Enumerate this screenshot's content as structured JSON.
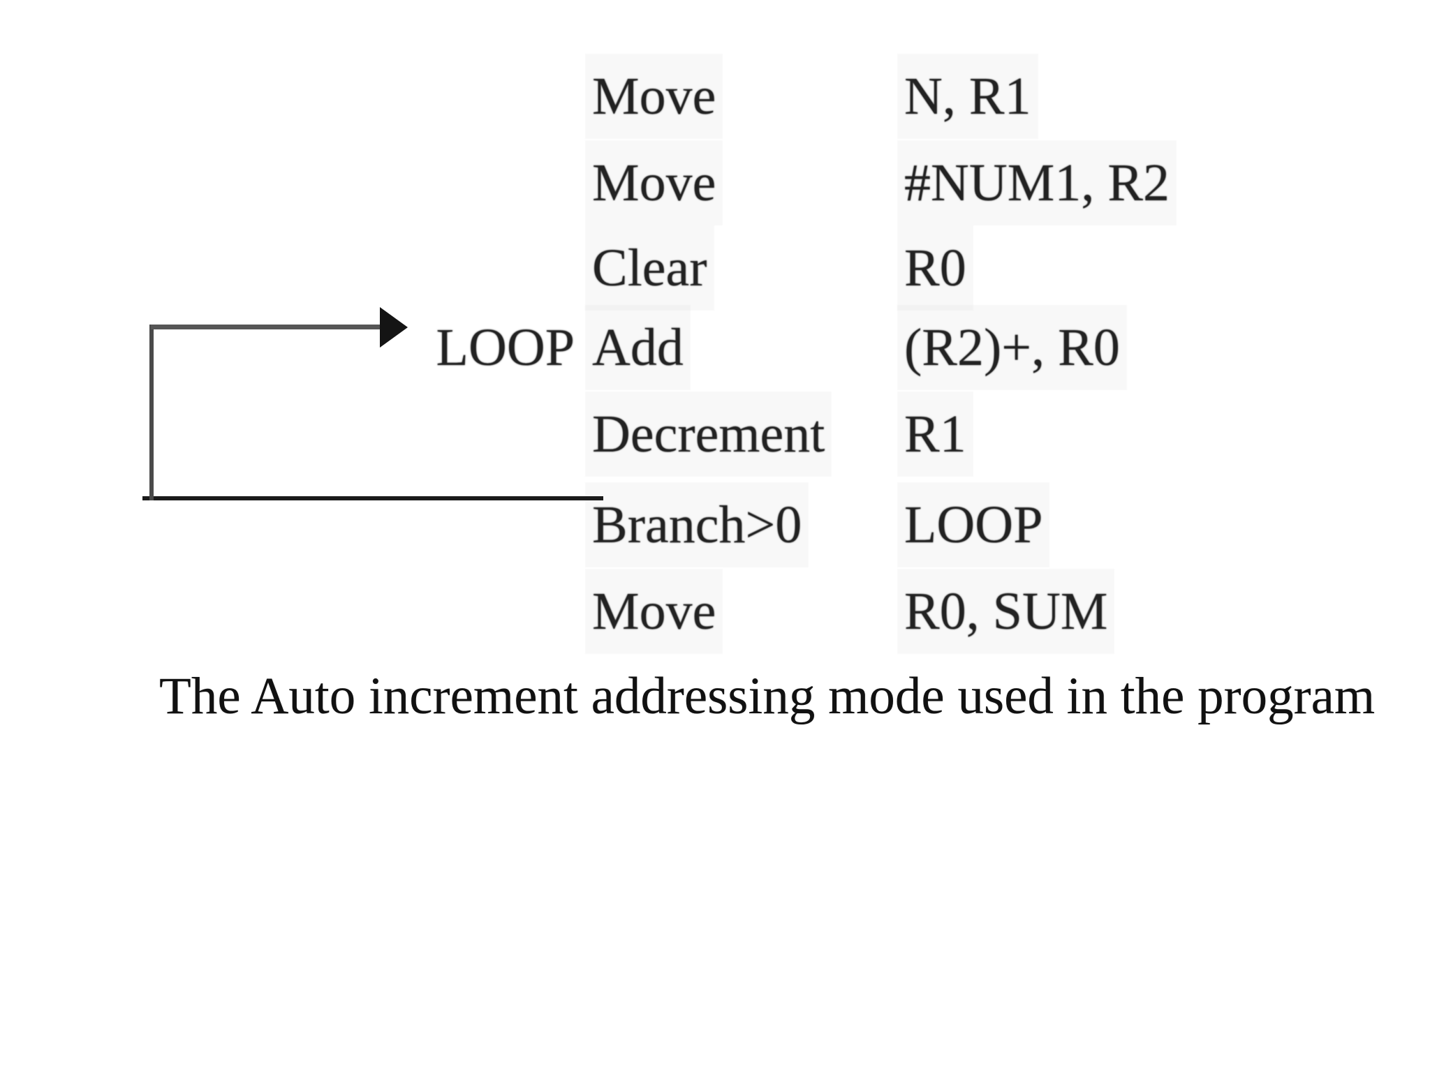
{
  "document": {
    "caption": "The Auto increment addressing mode used in the program"
  },
  "program": {
    "rows": [
      {
        "label": "",
        "opcode": "Move",
        "operand": "N, R1"
      },
      {
        "label": "",
        "opcode": "Move",
        "operand": "#NUM1, R2"
      },
      {
        "label": "",
        "opcode": "Clear",
        "operand": "R0"
      },
      {
        "label": "LOOP",
        "opcode": "Add",
        "operand": "(R2)+, R0"
      },
      {
        "label": "",
        "opcode": "Decrement",
        "operand": "R1"
      },
      {
        "label": "",
        "opcode": "Branch>0",
        "operand": "LOOP"
      },
      {
        "label": "",
        "opcode": "Move",
        "operand": "R0, SUM"
      }
    ]
  },
  "annotation": {
    "loop_arrow_target_label": "LOOP"
  },
  "colors": {
    "background": "#ffffff",
    "text": "#222222",
    "caption_text": "#111111",
    "arrow_gray": "#565656",
    "arrow_vertical_gray": "#4a4a4a",
    "arrow_bottom_black": "#1b1b1b",
    "arrowhead_black": "#141414"
  }
}
